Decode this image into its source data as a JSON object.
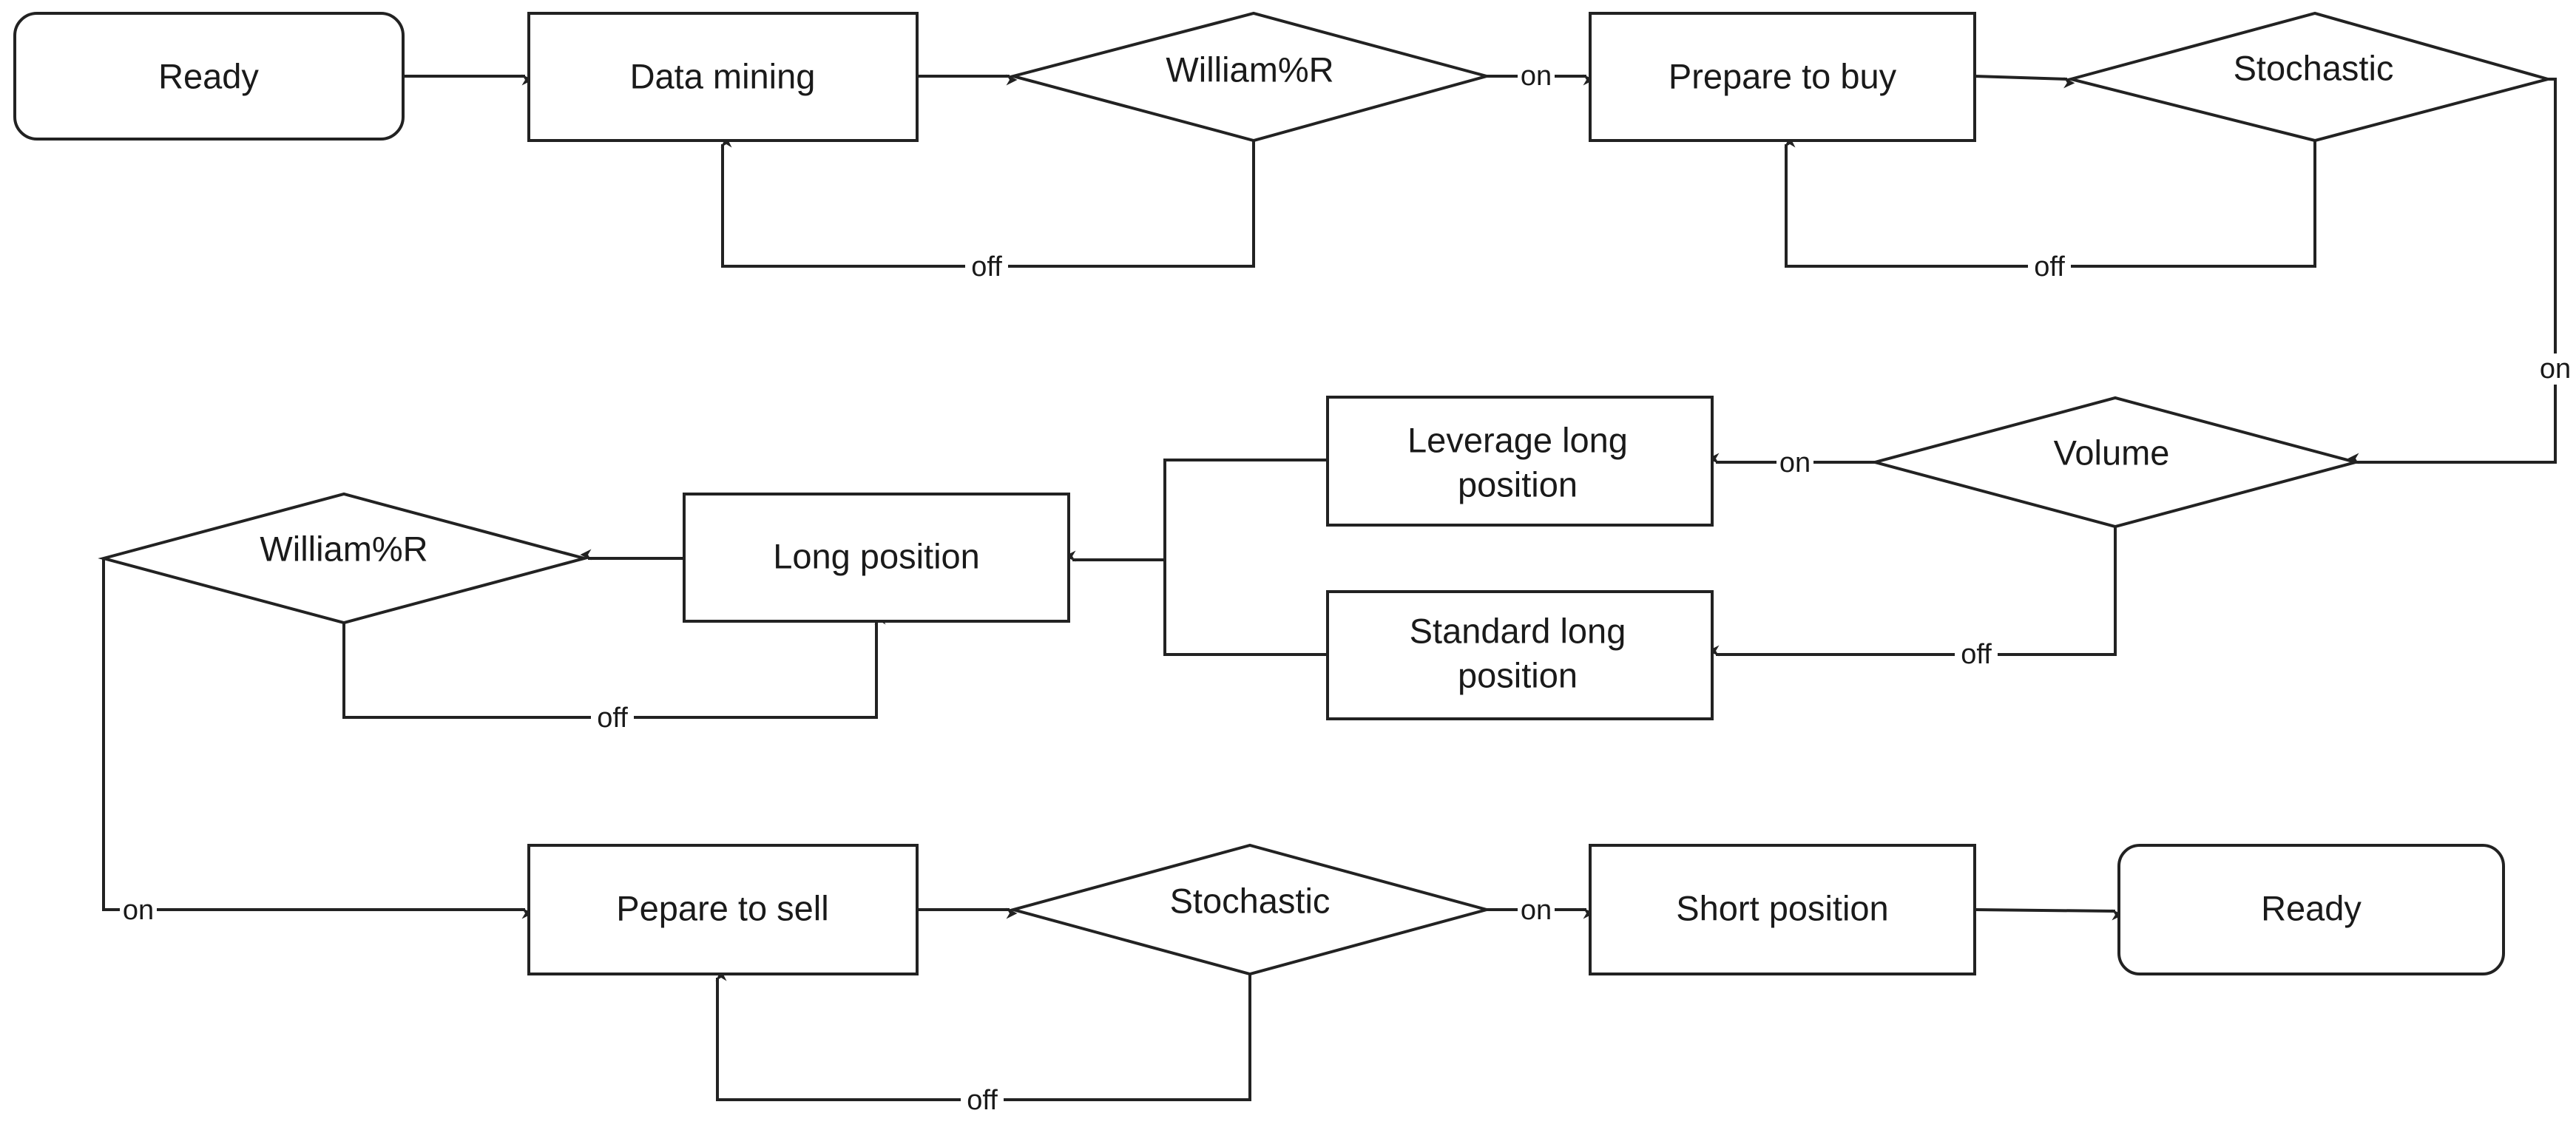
{
  "nodes": {
    "ready_start": "Ready",
    "data_mining": "Data mining",
    "williams_r_1": "William%R",
    "prepare_to_buy": "Prepare to buy",
    "stochastic_1": "Stochastic",
    "volume": "Volume",
    "leverage_long_1": "Leverage long",
    "leverage_long_2": "position",
    "standard_long_1": "Standard long",
    "standard_long_2": "position",
    "long_position": "Long position",
    "williams_r_2": "William%R",
    "prepare_to_sell": "Pepare to sell",
    "stochastic_2": "Stochastic",
    "short_position": "Short position",
    "ready_end": "Ready"
  },
  "edge_labels": {
    "wr1_on": "on",
    "wr1_off": "off",
    "st1_off": "off",
    "st1_on": "on",
    "vol_on": "on",
    "vol_off": "off",
    "wr2_off": "off",
    "wr2_on": "on",
    "st2_on": "on",
    "st2_off": "off"
  },
  "colors": {
    "stroke": "#222222",
    "fill": "#ffffff",
    "text": "#1a1a1a"
  }
}
